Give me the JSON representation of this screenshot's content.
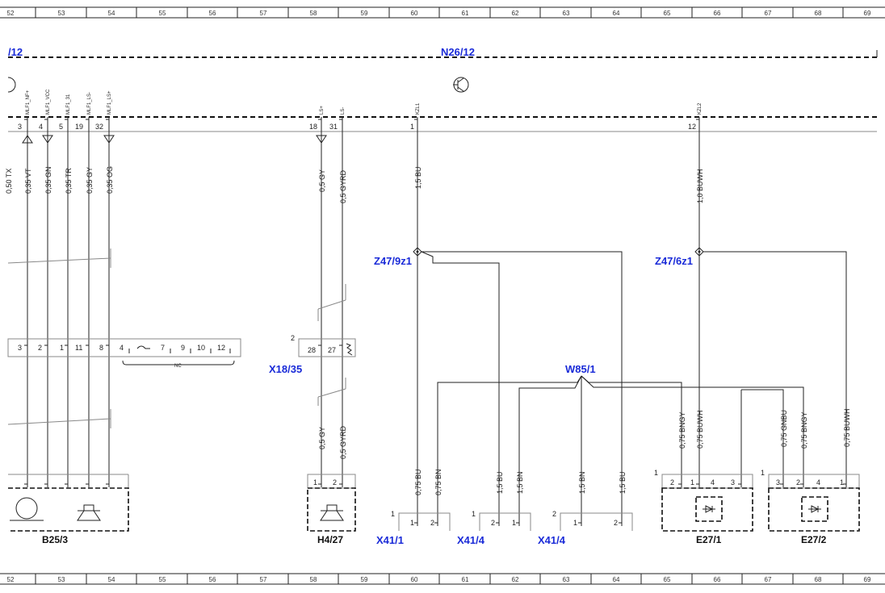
{
  "ruler": {
    "numbers": [
      "52",
      "53",
      "54",
      "55",
      "56",
      "57",
      "58",
      "59",
      "60",
      "61",
      "62",
      "63",
      "64",
      "65",
      "66",
      "67",
      "68",
      "69"
    ]
  },
  "module": {
    "left_ref": "/12",
    "main_ref": "N26/12"
  },
  "signals": [
    "MLF1_NF+",
    "MLF1_VCC",
    "MLF1_31",
    "MLF1_LS-",
    "MLF1_LS+",
    "LS+",
    "LS-",
    "KZL1",
    "KZL2"
  ],
  "pins_top": [
    "3",
    "4",
    "5",
    "19",
    "32",
    "18",
    "31",
    "1",
    "12"
  ],
  "left_clip": "0,50 TX",
  "wires_top": [
    "0,35 VT",
    "0,35 GN",
    "0,35 TR",
    "0,35 GY",
    "0,35 OG",
    "0,5 GY",
    "0,5 GYRD",
    "1,5 BU",
    "1,0 BUWH"
  ],
  "splices": [
    "Z47/9z1",
    "Z47/6z1"
  ],
  "connector_mid": {
    "pins": [
      "3",
      "2",
      "1",
      "11",
      "8",
      "4",
      "7",
      "9",
      "10",
      "12"
    ],
    "nc": "NC"
  },
  "x18": {
    "ref": "X18/35",
    "num": "2",
    "pins": [
      "28",
      "27"
    ]
  },
  "w85": "W85/1",
  "wires_bottom": [
    "0,5 GY",
    "0,5 GYRD",
    "0,75 BU",
    "0,75 BN",
    "1,5 BU",
    "1,5 BN",
    "1,5 BN",
    "1,5 BU",
    "0,75 BNGY",
    "0,75 BUWH",
    "0,75 GNBU",
    "0,75 BNGY",
    "0,75 BUWH"
  ],
  "components": {
    "b25": {
      "ref": "B25/3"
    },
    "h4": {
      "ref": "H4/27",
      "pins": [
        "1",
        "2"
      ]
    },
    "x41a": {
      "ref": "X41/1",
      "num": "1",
      "pins": [
        "1",
        "2"
      ]
    },
    "x41b": {
      "ref": "X41/4",
      "num": "1",
      "pins": [
        "2",
        "1"
      ]
    },
    "x41c": {
      "ref": "X41/4",
      "num": "2",
      "pins": [
        "1",
        "2"
      ]
    },
    "e27a": {
      "ref": "E27/1",
      "num": "1",
      "pins": [
        "2",
        "1",
        "4",
        "3"
      ]
    },
    "e27b": {
      "ref": "E27/2",
      "num": "1",
      "pins": [
        "3",
        "2",
        "4",
        "1"
      ]
    }
  }
}
